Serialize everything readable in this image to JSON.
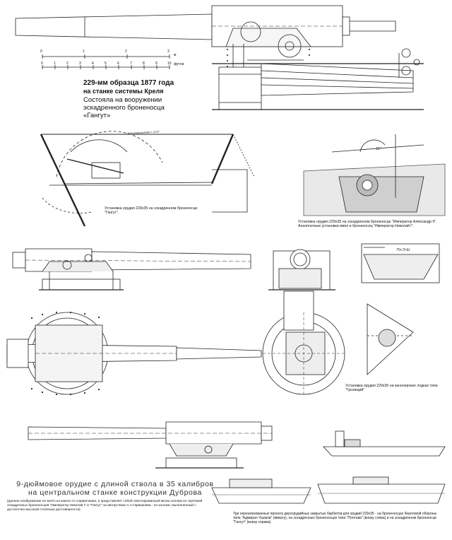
{
  "title": {
    "line1": "229-мм образца 1877 года",
    "line2": "на станке системы Креля",
    "line3": "Состояла на вооружении эскадренного броненосца «Гангут»"
  },
  "scale": {
    "meters_unit": "м",
    "feet_unit": "футов",
    "meter_ticks": [
      "0",
      "1",
      "2",
      "3"
    ],
    "feet_ticks": [
      "0",
      "1",
      "2",
      "3",
      "4",
      "5",
      "6",
      "7",
      "8",
      "9",
      "10"
    ]
  },
  "captions": {
    "gangut_mount": "Установка орудия 229х35 на эскадренном броненосце \"Гангут\".",
    "alexander_mount": "Установка орудия 229х35 на эскадренном броненосце \"Император Александр II\". Аналогичные установки имел и броненосец \"Император Николай I\".",
    "gremyashchiy": "Установка орудия 229х35 на канонерских лодках типа \"Грозящий\"",
    "main_title": "9-дюймовое орудие с длиной ствола в 35 калибров на центральном станке конструкции Дуброва",
    "source_note": "(данное изображение не взято из какого-то справочника, а представляет собой смонтированный мною коллаж из чертежей эскадренных броненосцев \"Император Николай I\" и \"Гангут\" за авторством А.А.Гармашева - но коллаж, выполненный с достаточно высокой степенью достоверности).",
    "barbettes": "Три нереализованных проекта двухорудийных закрытых барбетов для орудий 229х35 - на броненосцах береговой обороны типа \"Адмирал Ушаков\" (вверху), на эскадренных броненосцах типа \"Полтава\" (внизу слева) и на эскадренном броненосце \"Гангут\" (внизу справа)."
  },
  "drawing_labels": {
    "elevation_label": "Угол возвышения = 11,6°",
    "angle_label": "15°",
    "section_label": "Пл-Э-Ш"
  }
}
